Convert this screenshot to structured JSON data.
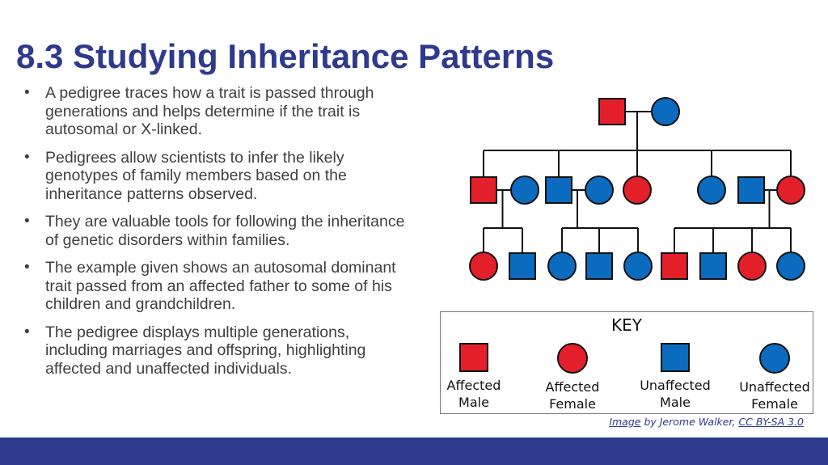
{
  "slide": {
    "title": "8.3 Studying Inheritance Patterns",
    "bullets": [
      "A pedigree traces how a trait is passed through generations and helps determine if the trait is autosomal or X-linked.",
      "Pedigrees allow scientists to infer the likely genotypes of family members based on the inheritance patterns observed.",
      "They are valuable tools for following the inheritance of genetic disorders within families.",
      "The example given shows an autosomal dominant trait passed from an affected father to some of his children and grandchildren.",
      "The pedigree displays multiple generations, including marriages and offspring, highlighting affected and unaffected individuals."
    ],
    "bullet_glyph": "•"
  },
  "colors": {
    "title": "#2e3a8c",
    "affected": "#e3202a",
    "unaffected": "#0a6bbf",
    "footer_bar": "#2e3a8c"
  },
  "pedigree": {
    "generation_1": [
      "affected-male",
      "unaffected-female"
    ],
    "generation_2": [
      "affected-male",
      "unaffected-female",
      "unaffected-male",
      "unaffected-female",
      "affected-female",
      "unaffected-female",
      "unaffected-male",
      "affected-female"
    ],
    "generation_3": [
      "affected-female",
      "unaffected-male",
      "unaffected-female",
      "unaffected-male",
      "unaffected-female",
      "affected-male",
      "unaffected-male",
      "affected-female",
      "unaffected-female"
    ]
  },
  "key": {
    "title": "KEY",
    "items": [
      {
        "label": "Affected\nMale",
        "symbol": "square",
        "status": "affected"
      },
      {
        "label": "Affected\nFemale",
        "symbol": "circle",
        "status": "affected"
      },
      {
        "label": "Unaffected\nMale",
        "symbol": "square",
        "status": "unaffected"
      },
      {
        "label": "Unaffected\nFemale",
        "symbol": "circle",
        "status": "unaffected"
      }
    ]
  },
  "credit": {
    "image_link": "Image",
    "middle": " by Jerome Walker, ",
    "license_link": "CC BY-SA 3.0"
  }
}
